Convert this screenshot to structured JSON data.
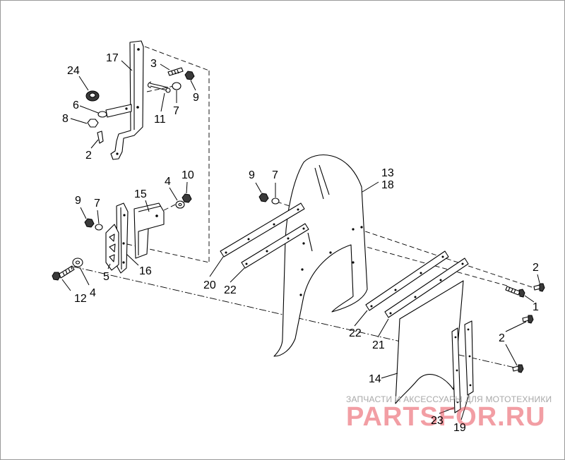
{
  "callouts": [
    "17",
    "24",
    "6",
    "8",
    "2",
    "3",
    "9",
    "7",
    "11",
    "10",
    "4",
    "15",
    "9",
    "7",
    "5",
    "16",
    "12",
    "4",
    "13",
    "18",
    "9",
    "7",
    "20",
    "22",
    "22",
    "21",
    "2",
    "1",
    "2",
    "14",
    "23",
    "19"
  ],
  "watermark": {
    "tagline": "ЗАПЧАСТИ И АКСЕССУАРЫ ДЛЯ МОТОТЕХНИКИ",
    "brand": "PARTSFOR.RU"
  },
  "colors": {
    "line": "#000000",
    "watermark_red": "#e8505b",
    "watermark_gray": "#a8a8a8"
  }
}
